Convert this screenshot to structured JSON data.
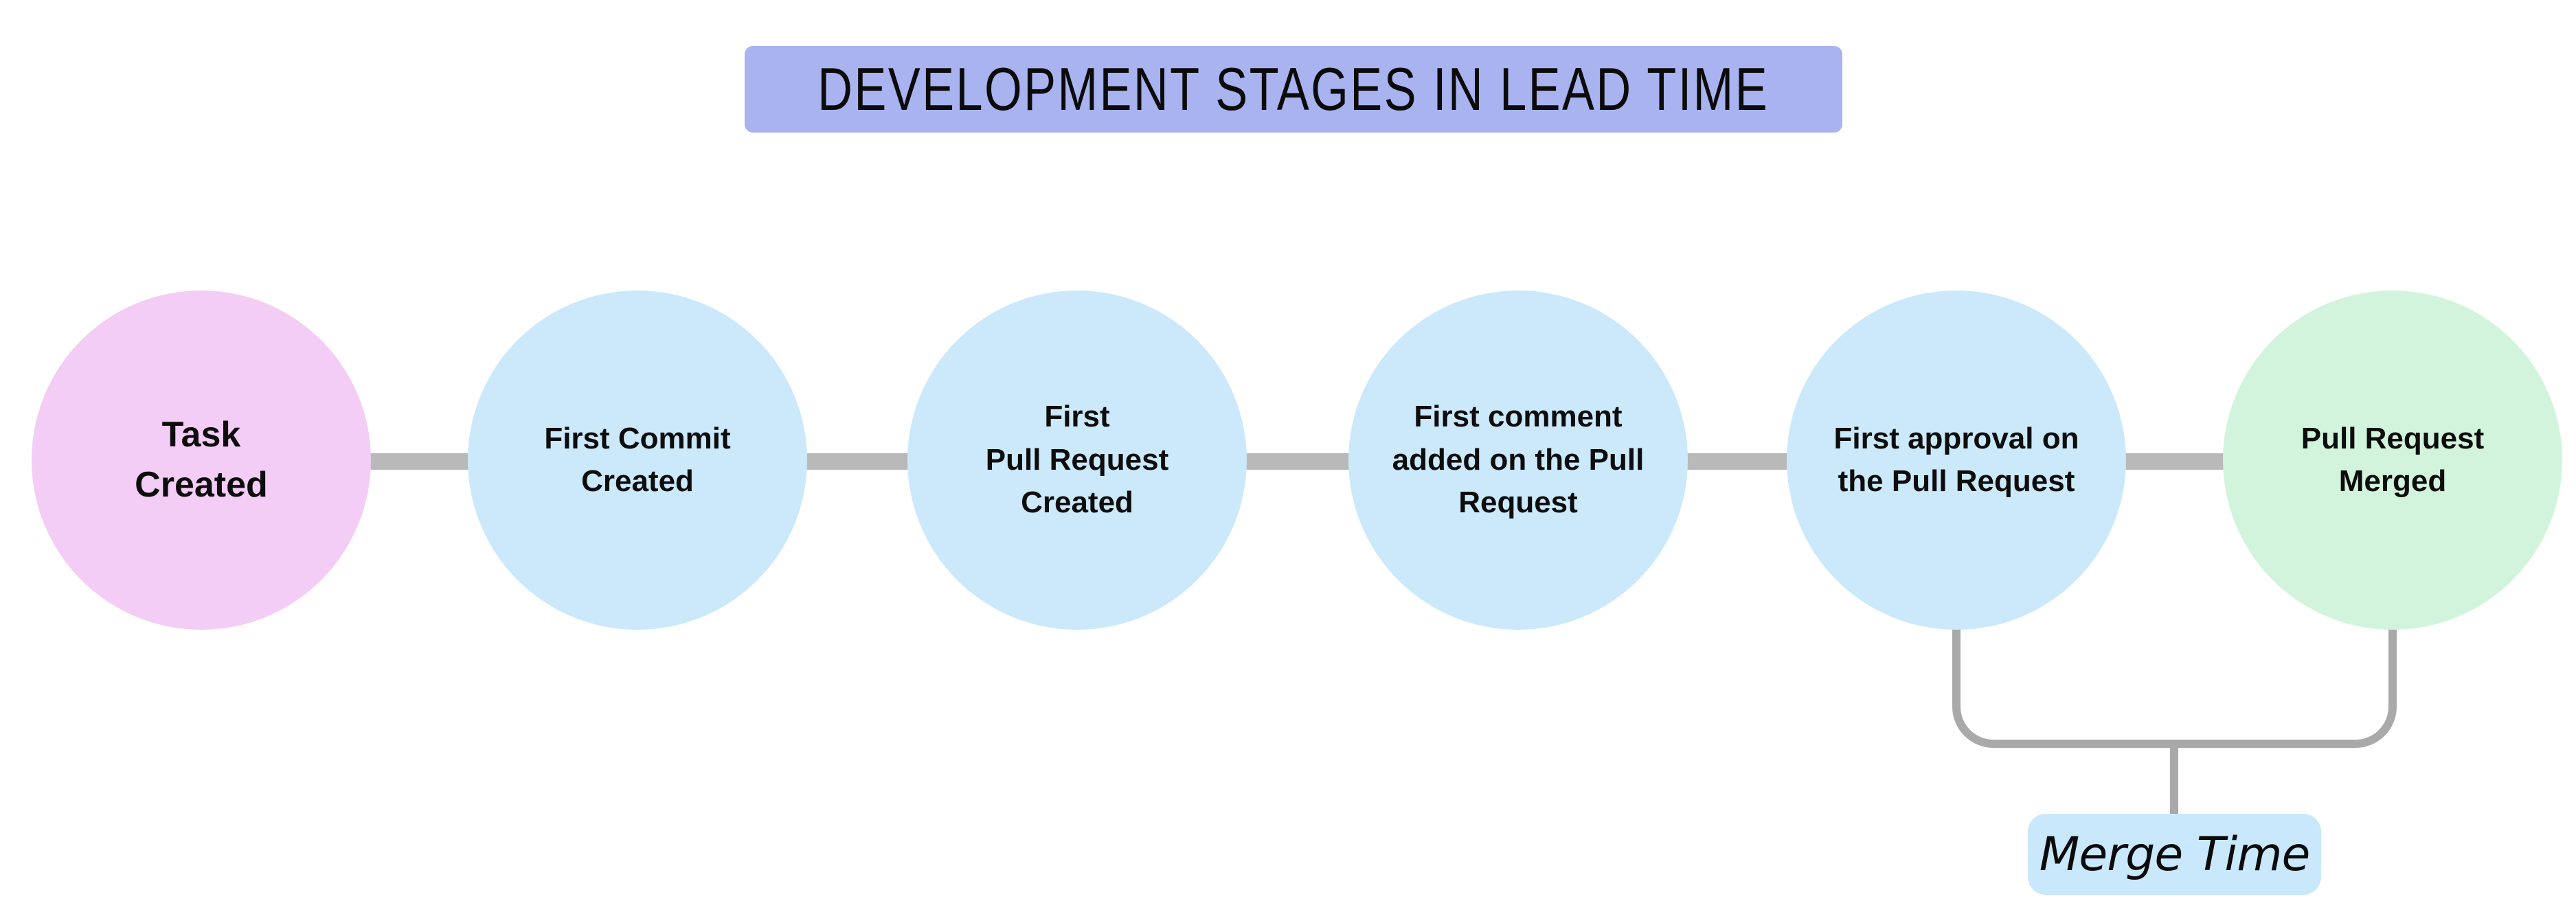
{
  "title": {
    "text": "DEVELOPMENT STAGES IN LEAD TIME",
    "bg_color": "#a9b3f0"
  },
  "stages": [
    {
      "label": "Task\nCreated",
      "fill": "#f3cdf5"
    },
    {
      "label": "First Commit\nCreated",
      "fill": "#cbe9fb"
    },
    {
      "label": "First\nPull Request\nCreated",
      "fill": "#cbe9fb"
    },
    {
      "label": "First comment\nadded on the Pull\nRequest",
      "fill": "#cbe9fb"
    },
    {
      "label": "First approval on\nthe Pull Request",
      "fill": "#cbe9fb"
    },
    {
      "label": "Pull Request\nMerged",
      "fill": "#d2f4dd"
    }
  ],
  "merge_annotation": {
    "label": "Merge Time",
    "bg_color": "#c9e8fb"
  },
  "colors": {
    "connector": "#b9b9b9",
    "bracket": "#a9a9a9",
    "text": "#0d0d0d",
    "background": "#ffffff"
  }
}
